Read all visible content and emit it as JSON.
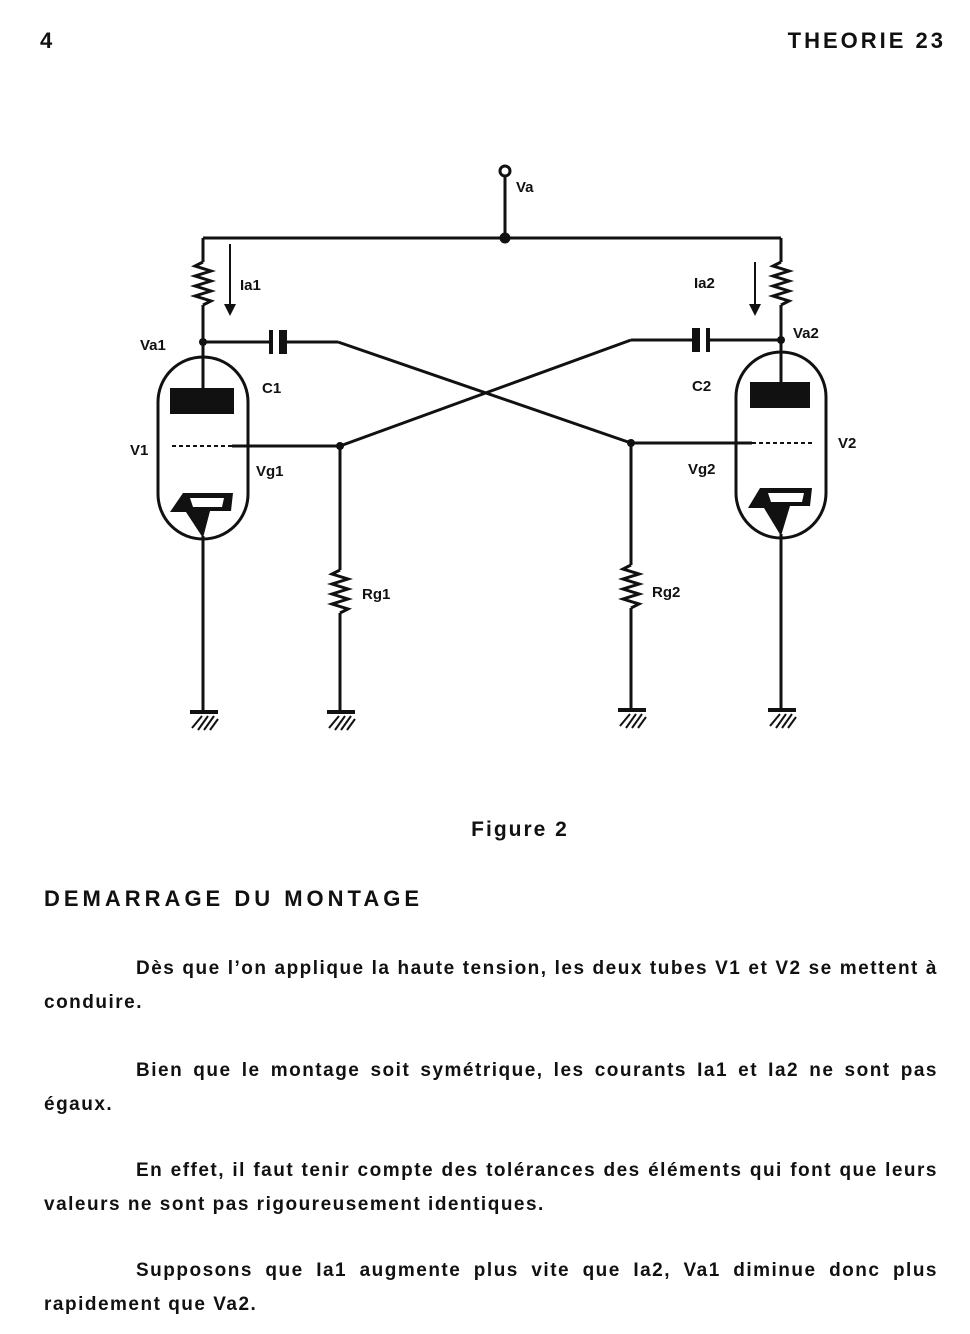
{
  "header": {
    "page_number": "4",
    "running_title": "THEORIE 23"
  },
  "figure": {
    "caption": "Figure 2",
    "labels": {
      "supply": "Va",
      "current_left": "Ia1",
      "current_right": "Ia2",
      "anode_left": "Va1",
      "anode_right": "Va2",
      "cap_left": "C1",
      "cap_right": "C2",
      "tube_left": "V1",
      "tube_right": "V2",
      "grid_left": "Vg1",
      "grid_right": "Vg2",
      "res_left": "Rg1",
      "res_right": "Rg2"
    }
  },
  "section": {
    "title": "DEMARRAGE DU MONTAGE"
  },
  "paragraphs": [
    "Dès que l’on applique la haute tension, les deux tubes V1 et V2 se mettent à conduire.",
    "Bien que le montage soit symétrique, les courants Ia1 et Ia2 ne sont pas égaux.",
    "En effet, il faut tenir compte des tolérances des éléments qui font que leurs valeurs ne sont pas rigoureusement identiques.",
    "Supposons que Ia1 augmente plus vite que Ia2, Va1 diminue donc plus rapidement que Va2."
  ]
}
